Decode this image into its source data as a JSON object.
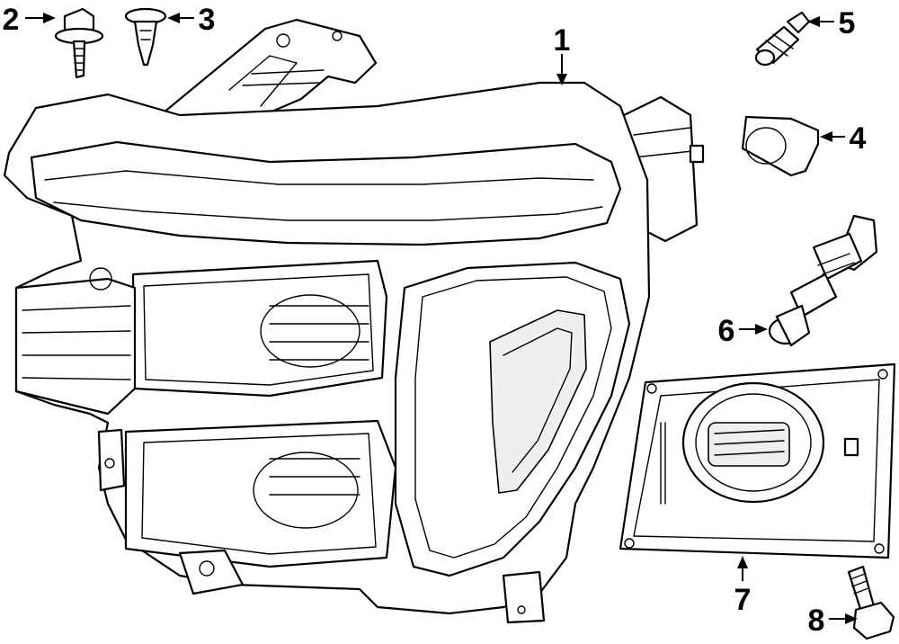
{
  "callouts": [
    {
      "id": "1",
      "label": "1"
    },
    {
      "id": "2",
      "label": "2"
    },
    {
      "id": "3",
      "label": "3"
    },
    {
      "id": "4",
      "label": "4"
    },
    {
      "id": "5",
      "label": "5"
    },
    {
      "id": "6",
      "label": "6"
    },
    {
      "id": "7",
      "label": "7"
    },
    {
      "id": "8",
      "label": "8"
    }
  ],
  "parts": [
    {
      "callout": "1",
      "icon": "headlamp-assembly-icon"
    },
    {
      "callout": "2",
      "icon": "flange-bolt-icon"
    },
    {
      "callout": "3",
      "icon": "push-pin-retainer-icon"
    },
    {
      "callout": "4",
      "icon": "grommet-seal-icon"
    },
    {
      "callout": "5",
      "icon": "small-bulb-icon"
    },
    {
      "callout": "6",
      "icon": "bulb-socket-icon"
    },
    {
      "callout": "7",
      "icon": "ballast-module-icon"
    },
    {
      "callout": "8",
      "icon": "mounting-bolt-icon"
    }
  ]
}
